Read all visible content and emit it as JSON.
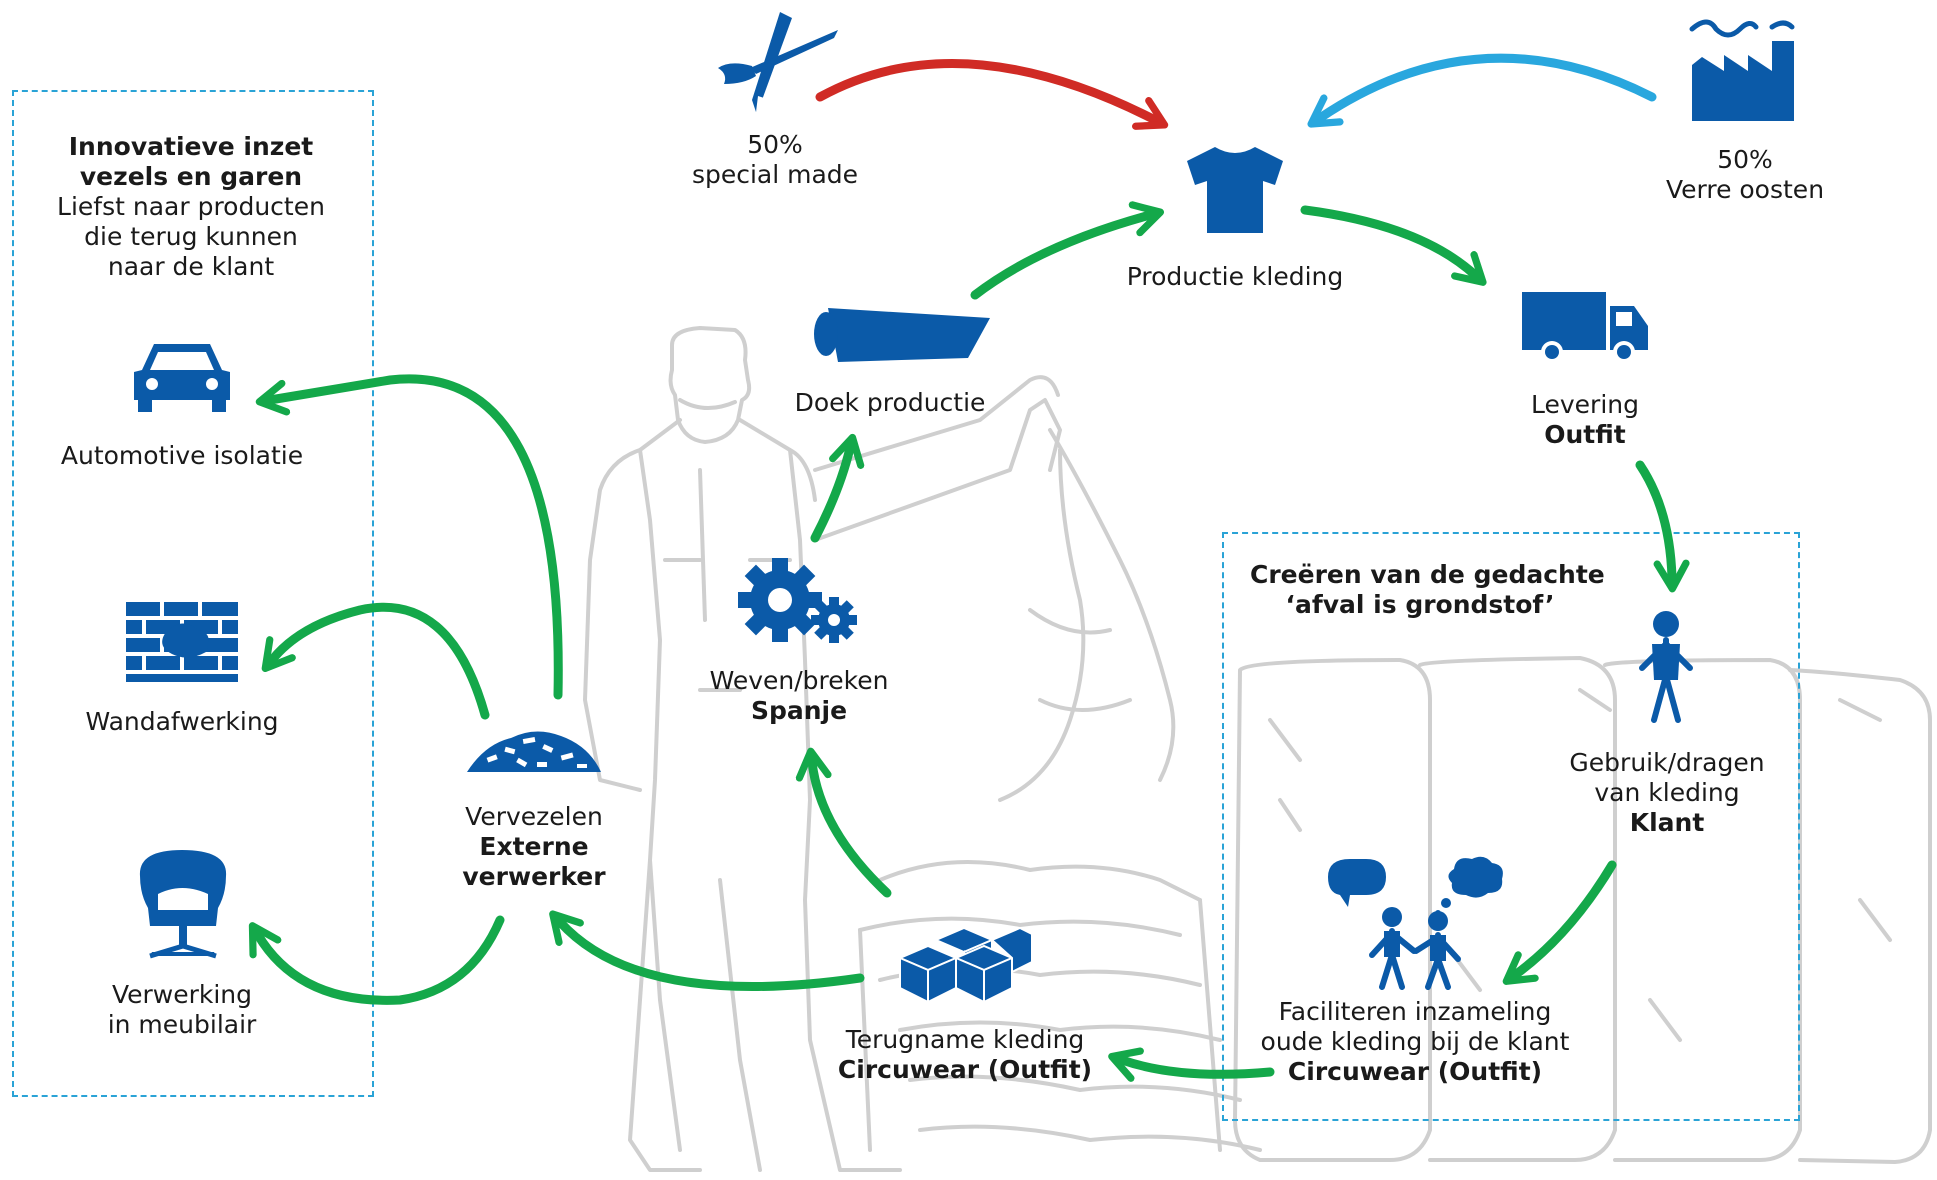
{
  "colors": {
    "blue": "#0b5aa8",
    "green": "#14a84a",
    "red": "#d02b25",
    "lightblue": "#29a7de",
    "sketch": "#cfcfcf",
    "dashed": "#2aa3d6"
  },
  "left_box": {
    "title_line1": "Innovatieve inzet",
    "title_line2": "vezels en garen",
    "sub_line1": "Liefst naar producten",
    "sub_line2": "die terug kunnen",
    "sub_line3": "naar de klant"
  },
  "right_box": {
    "title_line1": "Creëren van de gedachte",
    "title_line2": "‘afval is grondstof’"
  },
  "nodes": {
    "automotive": {
      "line1": "Automotive isolatie",
      "icon": "car-icon"
    },
    "wand": {
      "line1": "Wandafwerking",
      "icon": "brick-wall-icon"
    },
    "meubilair": {
      "line1": "Verwerking",
      "line2": "in meubilair",
      "icon": "chair-icon"
    },
    "vervezelen": {
      "line1": "Vervezelen",
      "bold1": "Externe",
      "bold2": "verwerker",
      "icon": "fiber-pile-icon"
    },
    "weven": {
      "line1": "Weven/breken",
      "bold1": "Spanje",
      "icon": "gears-icon"
    },
    "doek": {
      "line1": "Doek productie",
      "icon": "fabric-roll-icon"
    },
    "special": {
      "line1": "50%",
      "line2": "special made",
      "icon": "design-tools-icon"
    },
    "productie": {
      "line1": "Productie kleding",
      "icon": "tshirt-icon"
    },
    "verre": {
      "line1": "50%",
      "line2": "Verre oosten",
      "icon": "factory-icon"
    },
    "levering": {
      "line1": "Levering",
      "bold1": "Outfit",
      "icon": "truck-icon"
    },
    "gebruik": {
      "line1": "Gebruik/dragen",
      "line2": "van kleding",
      "bold1": "Klant",
      "icon": "person-icon"
    },
    "faciliteren": {
      "line1": "Faciliteren inzameling",
      "line2": "oude kleding bij de klant",
      "bold1": "Circuwear (Outfit)",
      "icon": "people-talking-icon"
    },
    "terugname": {
      "line1": "Terugname kleding",
      "bold1": "Circuwear (Outfit)",
      "icon": "boxes-icon"
    }
  }
}
